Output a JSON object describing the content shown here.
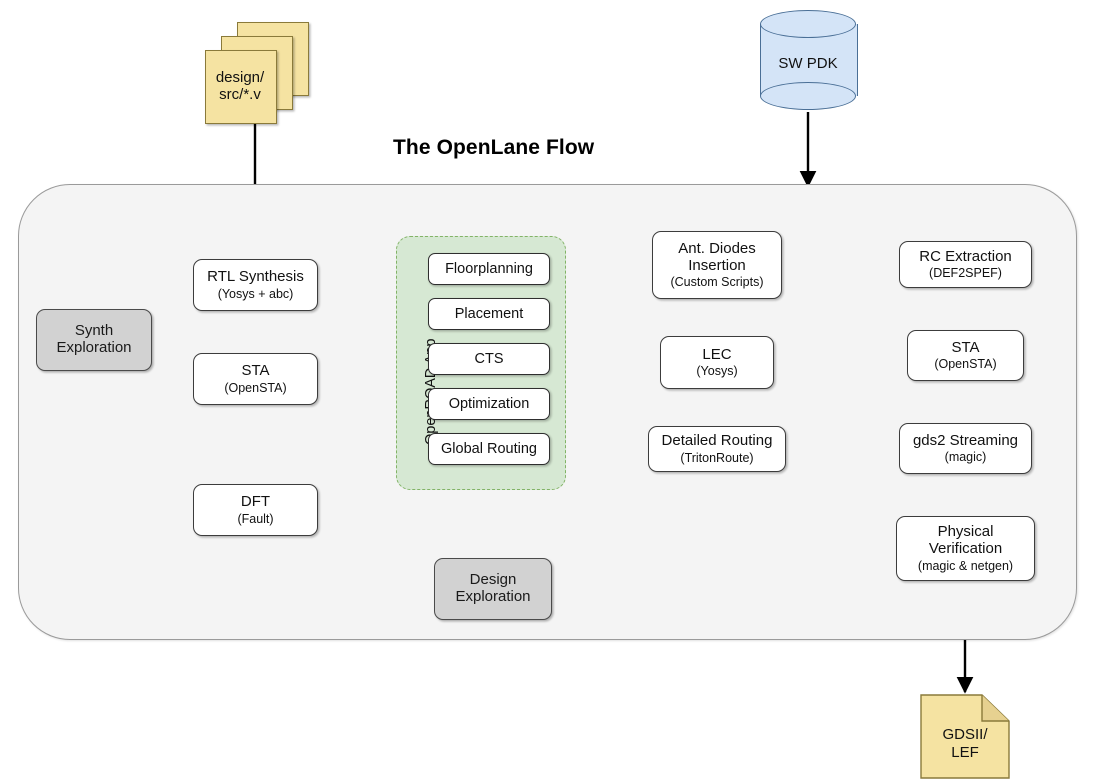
{
  "diagram": {
    "title": "The OpenLane Flow",
    "colors": {
      "container_fill": "#f4f4f4",
      "container_stroke": "#9a9a9a",
      "process_fill": "#ffffff",
      "process_stroke": "#3c3c3c",
      "explore_fill": "#d2d2d2",
      "openroad_fill": "#d6e8d3",
      "openroad_stroke": "#82b366",
      "document_fill": "#f5e3a2",
      "document_stroke": "#8a7a3a",
      "database_fill": "#d4e4f7",
      "database_stroke": "#4a6f96",
      "edge_stroke": "#000000"
    }
  },
  "inputs": {
    "design_sources": {
      "line1": "design/",
      "line2": "src/*.v",
      "shape": "multi-document"
    },
    "pdk": {
      "label": "SW PDK",
      "shape": "database-cylinder"
    }
  },
  "outputs": {
    "gdsii": {
      "line1": "GDSII/",
      "line2": "LEF",
      "shape": "document"
    }
  },
  "columns": {
    "synthesis": [
      {
        "title": "RTL Synthesis",
        "tool": "(Yosys + abc)"
      },
      {
        "title": "STA",
        "tool": "(OpenSTA)"
      },
      {
        "title": "DFT",
        "tool": "(Fault)"
      }
    ],
    "openroad": {
      "group_label": "OpenROAD App",
      "steps": [
        {
          "title": "Floorplanning"
        },
        {
          "title": "Placement"
        },
        {
          "title": "CTS"
        },
        {
          "title": "Optimization"
        },
        {
          "title": "Global Routing"
        }
      ]
    },
    "routing": [
      {
        "title": "Ant. Diodes Insertion",
        "title_line1": "Ant. Diodes",
        "title_line2": "Insertion",
        "tool": "(Custom Scripts)"
      },
      {
        "title": "LEC",
        "tool": "(Yosys)"
      },
      {
        "title": "Detailed Routing",
        "tool": "(TritonRoute)"
      }
    ],
    "signoff": [
      {
        "title": "RC Extraction",
        "tool": "(DEF2SPEF)"
      },
      {
        "title": "STA",
        "tool": "(OpenSTA)"
      },
      {
        "title": "gds2 Streaming",
        "tool": "(magic)"
      },
      {
        "title": "Physical Verification",
        "title_line1": "Physical",
        "title_line2": "Verification",
        "tool": "(magic & netgen)"
      }
    ]
  },
  "exploration": {
    "synth": {
      "line1": "Synth",
      "line2": "Exploration"
    },
    "design": {
      "line1": "Design",
      "line2": "Exploration"
    }
  }
}
